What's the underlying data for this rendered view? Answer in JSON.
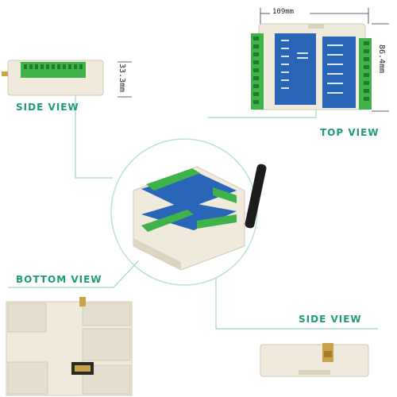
{
  "labels": {
    "side_view_1": "SIDE VIEW",
    "top_view": "TOP VIEW",
    "bottom_view": "BOTTOM VIEW",
    "side_view_2": "SIDE VIEW"
  },
  "dimensions": {
    "width": "109mm",
    "height": "86.4mm",
    "side_height": "33.3mm"
  },
  "colors": {
    "accent_label": "#1f9a7c",
    "connector_green": "#3fb24a",
    "board_blue": "#2a66b8",
    "case_beige": "#efeadc",
    "leader_line": "#9fd6c8"
  }
}
